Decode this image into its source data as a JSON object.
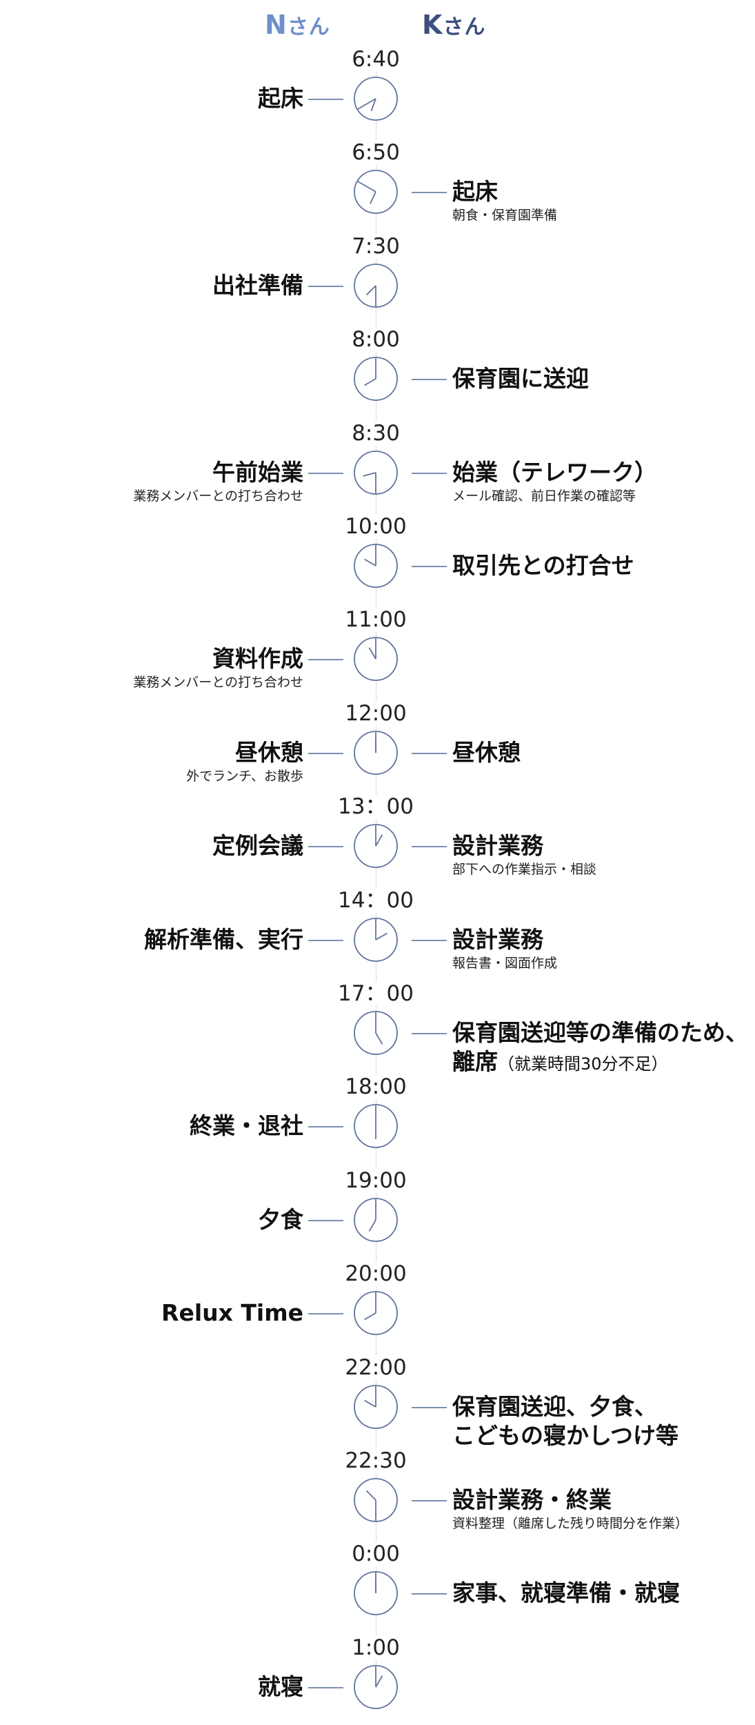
{
  "header": {
    "n_label": "N",
    "n_suffix": "さん",
    "k_label": "K",
    "k_suffix": "さん"
  },
  "colors": {
    "n_header": "#6f8fc9",
    "k_header": "#3b4f7c",
    "clock_stroke": "#5f739a",
    "connector": "#7b8fb0"
  },
  "rows": [
    {
      "time": "6:40",
      "hour": 6,
      "minute": 40,
      "left": {
        "title": "起床",
        "sub": ""
      },
      "right": null
    },
    {
      "time": "6:50",
      "hour": 6,
      "minute": 50,
      "left": null,
      "right": {
        "title": "起床",
        "sub": "朝食・保育園準備"
      }
    },
    {
      "time": "7:30",
      "hour": 7,
      "minute": 30,
      "left": {
        "title": "出社準備",
        "sub": ""
      },
      "right": null
    },
    {
      "time": "8:00",
      "hour": 8,
      "minute": 0,
      "left": null,
      "right": {
        "title": "保育園に送迎",
        "sub": ""
      }
    },
    {
      "time": "8:30",
      "hour": 8,
      "minute": 30,
      "left": {
        "title": "午前始業",
        "sub": "業務メンバーとの打ち合わせ"
      },
      "right": {
        "title": "始業（テレワーク）",
        "sub": "メール確認、前日作業の確認等"
      }
    },
    {
      "time": "10:00",
      "hour": 10,
      "minute": 0,
      "left": null,
      "right": {
        "title": "取引先との打合せ",
        "sub": ""
      }
    },
    {
      "time": "11:00",
      "hour": 11,
      "minute": 0,
      "left": {
        "title": "資料作成",
        "sub": "業務メンバーとの打ち合わせ"
      },
      "right": null
    },
    {
      "time": "12:00",
      "hour": 12,
      "minute": 0,
      "left": {
        "title": "昼休憩",
        "sub": "外でランチ、お散歩"
      },
      "right": {
        "title": "昼休憩",
        "sub": ""
      }
    },
    {
      "time": "13：00",
      "hour": 13,
      "minute": 0,
      "left": {
        "title": "定例会議",
        "sub": ""
      },
      "right": {
        "title": "設計業務",
        "sub": "部下への作業指示・相談"
      }
    },
    {
      "time": "14：00",
      "hour": 14,
      "minute": 0,
      "left": {
        "title": "解析準備、実行",
        "sub": ""
      },
      "right": {
        "title": "設計業務",
        "sub": "報告書・図面作成"
      }
    },
    {
      "time": "17：00",
      "hour": 17,
      "minute": 0,
      "left": null,
      "right": {
        "title": "保育園送迎等の準備のため、\n離席",
        "title_tail": "（就業時間30分不足）",
        "sub": ""
      }
    },
    {
      "time": "18:00",
      "hour": 18,
      "minute": 0,
      "left": {
        "title": "終業・退社",
        "sub": ""
      },
      "right": null
    },
    {
      "time": "19:00",
      "hour": 19,
      "minute": 0,
      "left": {
        "title": "夕食",
        "sub": ""
      },
      "right": null
    },
    {
      "time": "20:00",
      "hour": 20,
      "minute": 0,
      "left": {
        "title": "Relux Time",
        "sub": ""
      },
      "right": null
    },
    {
      "time": "22:00",
      "hour": 22,
      "minute": 0,
      "left": null,
      "right": {
        "title": "保育園送迎、夕食、\nこどもの寝かしつけ等",
        "sub": ""
      }
    },
    {
      "time": "22:30",
      "hour": 22,
      "minute": 30,
      "left": null,
      "right": {
        "title": "設計業務・終業",
        "sub": "資料整理（離席した残り時間分を作業）"
      }
    },
    {
      "time": "0:00",
      "hour": 0,
      "minute": 0,
      "left": null,
      "right": {
        "title": "家事、就寝準備・就寝",
        "sub": ""
      }
    },
    {
      "time": "1:00",
      "hour": 1,
      "minute": 0,
      "left": {
        "title": "就寝",
        "sub": ""
      },
      "right": null
    }
  ]
}
